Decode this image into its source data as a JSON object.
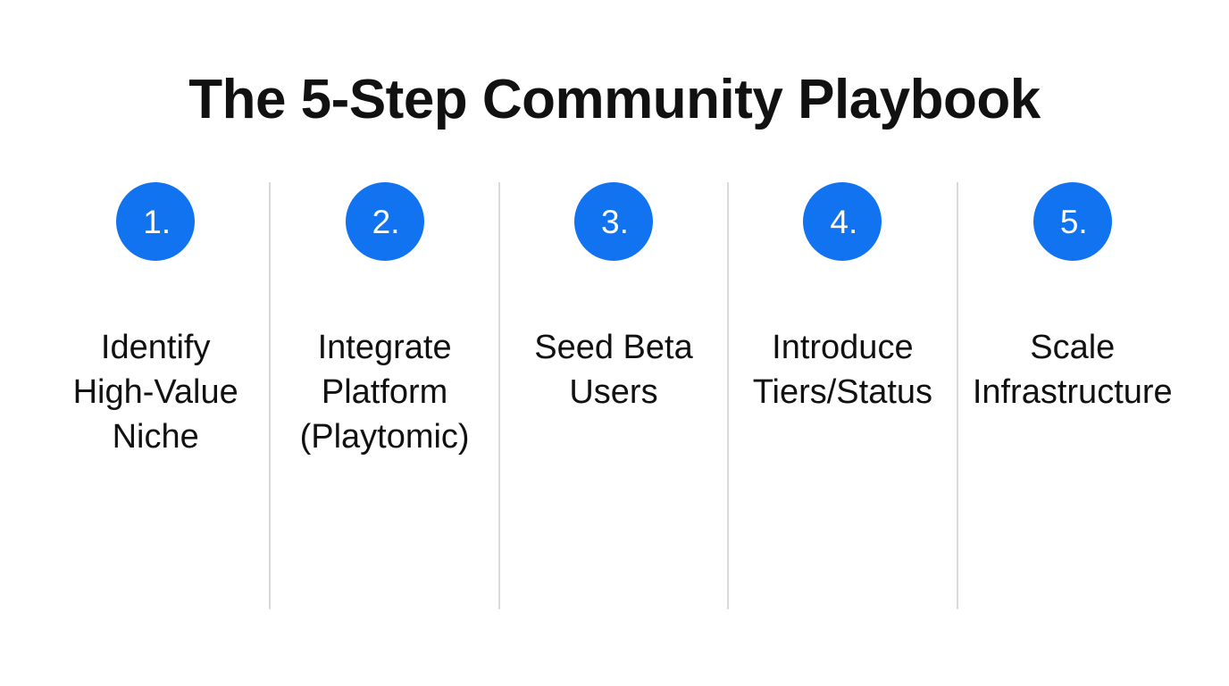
{
  "title": "The 5-Step Community Playbook",
  "colors": {
    "background": "#ffffff",
    "accent_blue": "#1173f0",
    "divider": "#d9d9d9",
    "text": "#111111",
    "number_text": "#ffffff"
  },
  "steps": [
    {
      "number": "1.",
      "label": [
        "Identify",
        "High-Value",
        "Niche"
      ]
    },
    {
      "number": "2.",
      "label": [
        "Integrate",
        "Platform",
        "(Playtomic)"
      ]
    },
    {
      "number": "3.",
      "label": [
        "Seed Beta",
        "Users"
      ]
    },
    {
      "number": "4.",
      "label": [
        "Introduce",
        "Tiers/Status"
      ]
    },
    {
      "number": "5.",
      "label": [
        "Scale",
        "Infrastructure"
      ]
    }
  ]
}
